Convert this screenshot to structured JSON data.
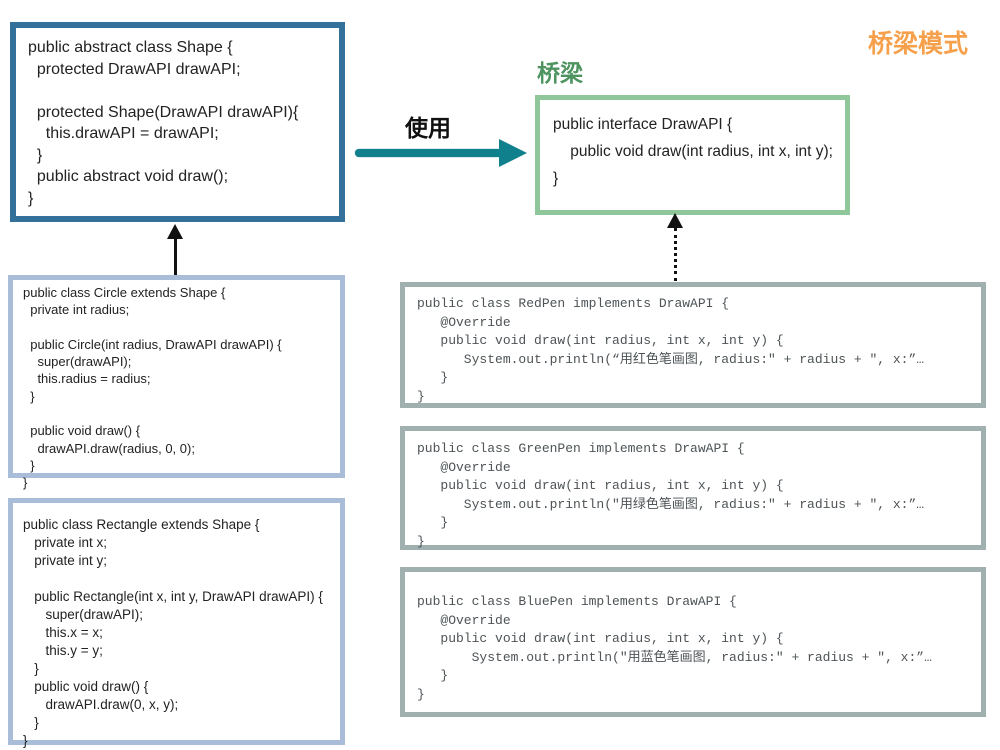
{
  "title": "桥梁模式",
  "labels": {
    "bridge": "桥梁",
    "use": "使用"
  },
  "colors": {
    "title_orange": "#f6a04b",
    "bridge_green": "#4d9460",
    "use_arrow_teal": "#10808c",
    "shape_border_blue": "#33709a",
    "refined_border_blue": "#a9bdd9",
    "interface_border_green": "#8fc79a",
    "implementor_border_gray": "#9fb0af"
  },
  "boxes": {
    "shape": {
      "name": "Shape abstract class",
      "code": "public abstract class Shape {\n  protected DrawAPI drawAPI;\n\n  protected Shape(DrawAPI drawAPI){\n    this.drawAPI = drawAPI;\n  }\n  public abstract void draw();\n}"
    },
    "drawapi": {
      "name": "DrawAPI interface",
      "code": "public interface DrawAPI {\n    public void draw(int radius, int x, int y);\n}"
    },
    "circle": {
      "name": "Circle class",
      "code": "public class Circle extends Shape {\n  private int radius;\n\n  public Circle(int radius, DrawAPI drawAPI) {\n    super(drawAPI);\n    this.radius = radius;\n  }\n\n  public void draw() {\n    drawAPI.draw(radius, 0, 0);\n  }\n}"
    },
    "rectangle": {
      "name": "Rectangle class",
      "code": "public class Rectangle extends Shape {\n   private int x;\n   private int y;\n\n   public Rectangle(int x, int y, DrawAPI drawAPI) {\n      super(drawAPI);\n      this.x = x;\n      this.y = y;\n   }\n   public void draw() {\n      drawAPI.draw(0, x, y);\n   }\n}"
    },
    "redpen": {
      "name": "RedPen class",
      "code": "public class RedPen implements DrawAPI {\n   @Override\n   public void draw(int radius, int x, int y) {\n      System.out.println(“用红色笔画图, radius:\" + radius + \", x:”…\n   }\n}"
    },
    "greenpen": {
      "name": "GreenPen class",
      "code": "public class GreenPen implements DrawAPI {\n   @Override\n   public void draw(int radius, int x, int y) {\n      System.out.println(\"用绿色笔画图, radius:\" + radius + \", x:”…\n   }\n}"
    },
    "bluepen": {
      "name": "BluePen class",
      "code": "public class BluePen implements DrawAPI {\n   @Override\n   public void draw(int radius, int x, int y) {\n       System.out.println(\"用蓝色笔画图, radius:\" + radius + \", x:”…\n   }\n}"
    }
  }
}
